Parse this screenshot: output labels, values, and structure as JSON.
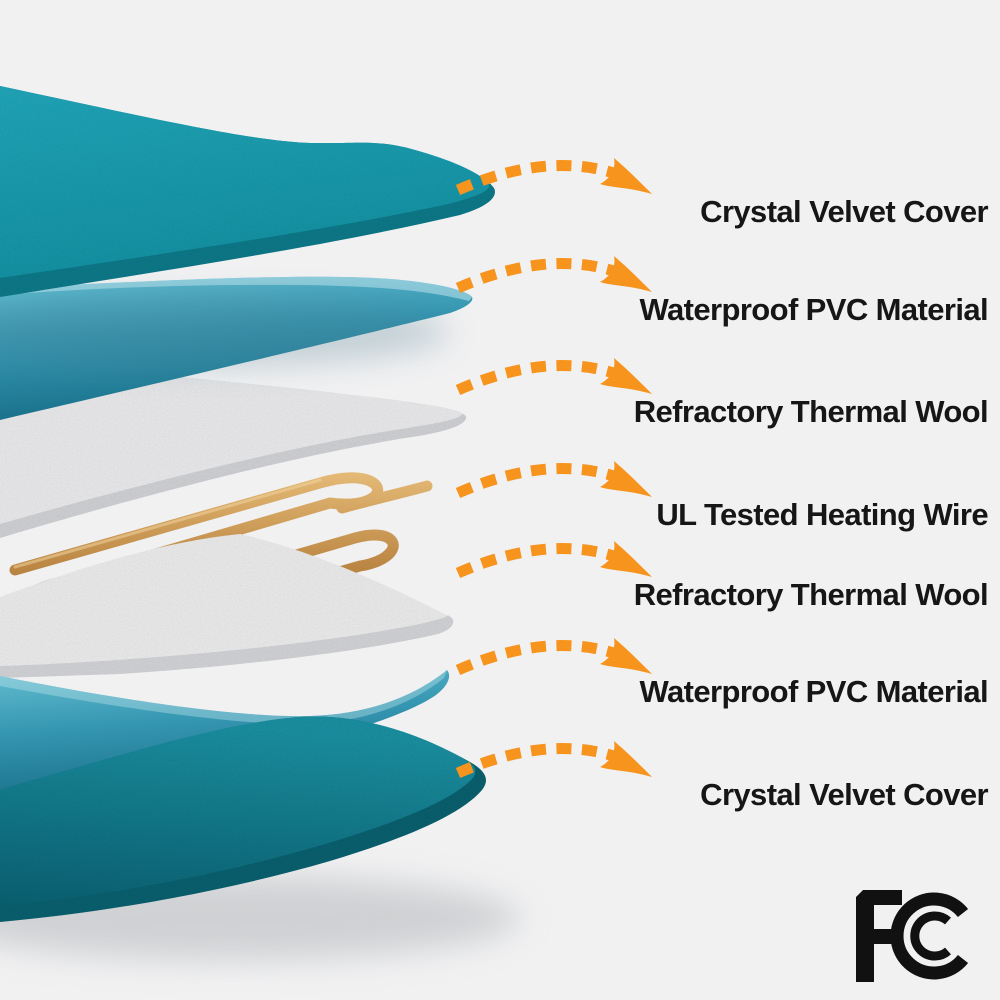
{
  "page": {
    "background_color": "#f1f1f2",
    "type": "product-layers-infographic"
  },
  "palette": {
    "arrow_orange": "#f7941e",
    "label_text": "#161616",
    "velvet_teal": "#18a3b6",
    "velvet_teal_dark": "#0d7b8b",
    "pvc_blue": "#3697b2",
    "wool_white": "#ededee",
    "wire_gold": "#c08b4a",
    "logo_black": "#111111"
  },
  "callouts": [
    {
      "label": "Crystal Velvet Cover"
    },
    {
      "label": "Waterproof PVC Material"
    },
    {
      "label": "Refractory Thermal Wool"
    },
    {
      "label": "UL Tested Heating Wire"
    },
    {
      "label": "Refractory Thermal Wool"
    },
    {
      "label": "Waterproof PVC Material"
    },
    {
      "label": "Crystal Velvet Cover"
    }
  ],
  "illustration": {
    "layers": [
      "crystal-velvet-cover-top",
      "waterproof-pvc-material-top",
      "refractory-thermal-wool-top",
      "ul-tested-heating-wire",
      "refractory-thermal-wool-bottom",
      "waterproof-pvc-material-bottom",
      "crystal-velvet-cover-bottom"
    ],
    "arrow_icon": "dashed-arrow-icon",
    "arrow_count": 7
  },
  "certification": {
    "logo_text": "FCC"
  }
}
